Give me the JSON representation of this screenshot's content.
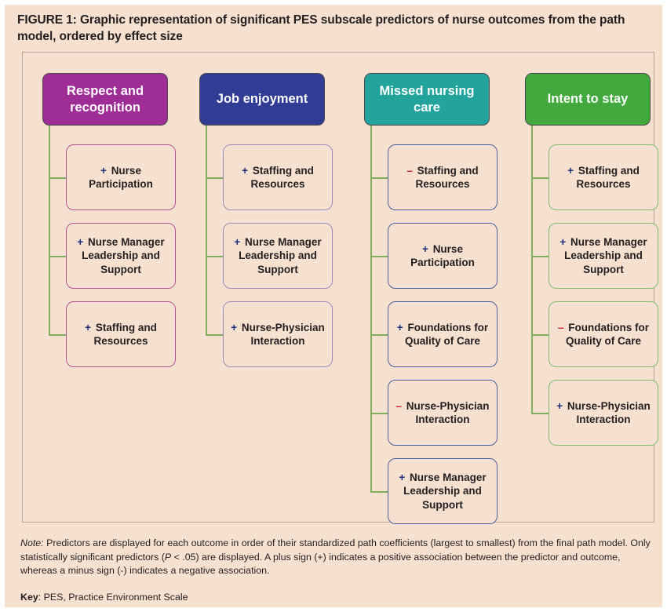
{
  "title": {
    "label": "FIGURE 1:",
    "caption": "Graphic representation of significant PES subscale predictors of nurse outcomes from the path model, ordered by effect size"
  },
  "colors": {
    "background": "#f6e0d0",
    "respect_header": "#9f2d96",
    "job_header": "#313c94",
    "missed_header": "#22a39b",
    "intent_header": "#43a93e",
    "connector": "#7fae5d",
    "plus_sign": "#1f2f7a",
    "minus_sign": "#c0262b"
  },
  "columns": [
    {
      "header": "Respect and recognition",
      "items": [
        {
          "sign": "+",
          "label": "Nurse Participation"
        },
        {
          "sign": "+",
          "label": "Nurse Manager Leadership and Support"
        },
        {
          "sign": "+",
          "label": "Staffing and Resources"
        }
      ]
    },
    {
      "header": "Job enjoyment",
      "items": [
        {
          "sign": "+",
          "label": "Staffing and Resources"
        },
        {
          "sign": "+",
          "label": "Nurse Manager Leadership and Support"
        },
        {
          "sign": "+",
          "label": "Nurse-Physician Interaction"
        }
      ]
    },
    {
      "header": "Missed nursing care",
      "items": [
        {
          "sign": "–",
          "label": "Staffing and Resources"
        },
        {
          "sign": "+",
          "label": "Nurse Participation"
        },
        {
          "sign": "+",
          "label": "Foundations for Quality of Care"
        },
        {
          "sign": "–",
          "label": "Nurse-Physician Interaction"
        },
        {
          "sign": "+",
          "label": "Nurse Manager Leadership and Support"
        }
      ]
    },
    {
      "header": "Intent to stay",
      "items": [
        {
          "sign": "+",
          "label": "Staffing and Resources"
        },
        {
          "sign": "+",
          "label": "Nurse Manager Leadership and Support"
        },
        {
          "sign": "–",
          "label": "Foundations for Quality of Care"
        },
        {
          "sign": "+",
          "label": "Nurse-Physician Interaction"
        }
      ]
    }
  ],
  "notes": {
    "note_lead": "Note:",
    "note_part1": " Predictors are displayed for each outcome in order of their standardized path coefficients (largest to smallest) from the final path model. Only statistically significant predictors (",
    "note_p_italic": "P",
    "note_part2": " < .05) are displayed. A plus sign (+) indicates a positive association between the predictor and outcome, whereas a minus sign (-) indicates a negative association.",
    "key_lead": "Key",
    "key_text": ": PES, Practice Environment Scale"
  }
}
